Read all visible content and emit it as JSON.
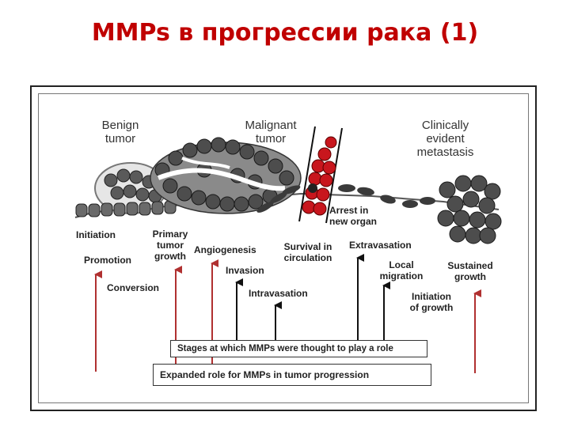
{
  "slide": {
    "title": "MMPs в прогрессии рака (1)"
  },
  "diagram": {
    "tumor_labels": {
      "benign": "Benign\ntumor",
      "malignant": "Malignant\ntumor",
      "metastasis": "Clinically\nevident\nmetastasis",
      "arrest": "Arrest in\nnew organ"
    },
    "stages": {
      "initiation": "Initiation",
      "primary_growth": "Primary\ntumor\ngrowth",
      "angiogenesis": "Angiogenesis",
      "survival": "Survival in\ncirculation",
      "extravasation": "Extravasation",
      "promotion": "Promotion",
      "invasion": "Invasion",
      "local_migration": "Local\nmigration",
      "sustained_growth": "Sustained\ngrowth",
      "conversion": "Conversion",
      "intravasation": "Intravasation",
      "initiation_growth": "Initiation\nof growth"
    },
    "legend": {
      "thought_role": "Stages at which MMPs were thought to play a role",
      "expanded_role": "Expanded role for MMPs in tumor progression"
    },
    "colors": {
      "title": "#c00000",
      "red_arrow": "#b03030",
      "black_arrow": "#111111",
      "blood_cell": "#c8161d"
    }
  }
}
